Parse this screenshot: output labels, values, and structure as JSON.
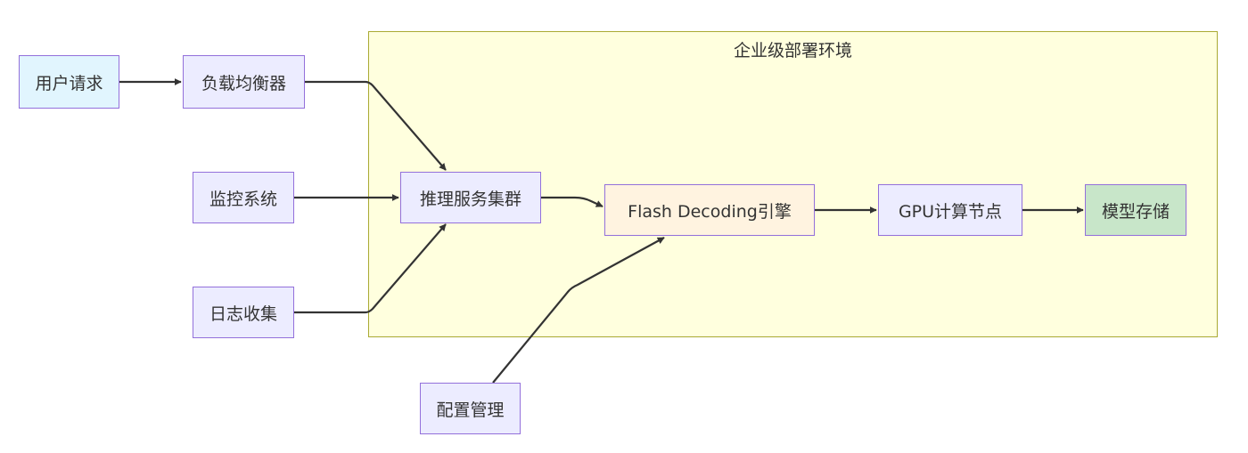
{
  "cluster": {
    "title": "企业级部署环境"
  },
  "nodes": {
    "user_request": "用户请求",
    "load_balancer": "负载均衡器",
    "monitoring": "监控系统",
    "log_collection": "日志收集",
    "inference_cluster": "推理服务集群",
    "flash_engine": "Flash Decoding引擎",
    "gpu_node": "GPU计算节点",
    "model_storage": "模型存储",
    "config_mgmt": "配置管理"
  },
  "colors": {
    "cluster_fill": "#ffffde",
    "cluster_border": "#aaaa33",
    "node_default_fill": "#ececff",
    "node_border": "#9370db",
    "user_request_fill": "#e1f5fe",
    "flash_engine_fill": "#fff3e0",
    "model_storage_fill": "#c8e6c9",
    "edge": "#333333"
  },
  "edges": [
    {
      "from": "user_request",
      "to": "load_balancer"
    },
    {
      "from": "load_balancer",
      "to": "inference_cluster"
    },
    {
      "from": "monitoring",
      "to": "inference_cluster"
    },
    {
      "from": "log_collection",
      "to": "inference_cluster"
    },
    {
      "from": "inference_cluster",
      "to": "flash_engine"
    },
    {
      "from": "config_mgmt",
      "to": "flash_engine"
    },
    {
      "from": "flash_engine",
      "to": "gpu_node"
    },
    {
      "from": "gpu_node",
      "to": "model_storage"
    }
  ]
}
